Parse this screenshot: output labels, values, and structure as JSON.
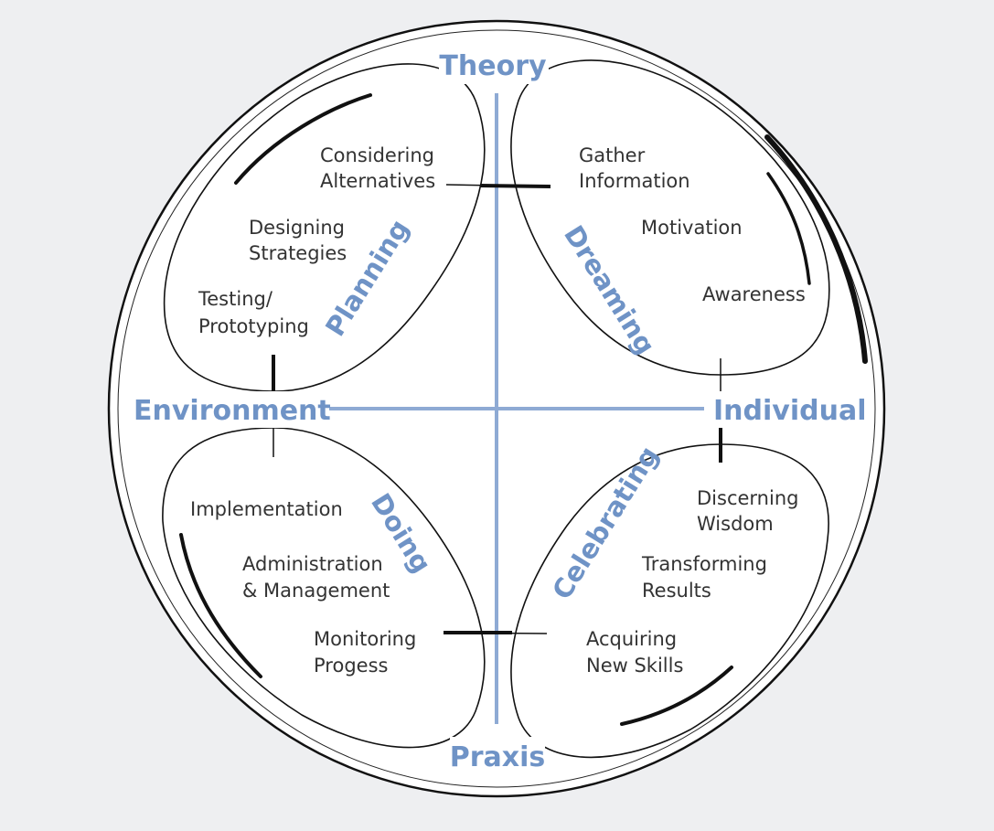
{
  "axes": {
    "top": "Theory",
    "bottom": "Praxis",
    "left": "Environment",
    "right": "Individual"
  },
  "colors": {
    "accent": "#6f93c6",
    "outline": "#111111",
    "text": "#333333",
    "background": "#eeeff1"
  },
  "quadrants": {
    "planning": {
      "label": "Planning",
      "items": [
        [
          "Considering",
          "Alternatives"
        ],
        [
          "Designing",
          "Strategies"
        ],
        [
          "Testing/",
          "Prototyping"
        ]
      ]
    },
    "dreaming": {
      "label": "Dreaming",
      "items": [
        [
          "Gather",
          "Information"
        ],
        [
          "Motivation"
        ],
        [
          "Awareness"
        ]
      ]
    },
    "doing": {
      "label": "Doing",
      "items": [
        [
          "Implementation"
        ],
        [
          "Administration",
          "& Management"
        ],
        [
          "Monitoring",
          "Progess"
        ]
      ]
    },
    "celebrating": {
      "label": "Celebrating",
      "items": [
        [
          "Discerning",
          "Wisdom"
        ],
        [
          "Transforming",
          "Results"
        ],
        [
          "Acquiring",
          "New Skills"
        ]
      ]
    }
  }
}
